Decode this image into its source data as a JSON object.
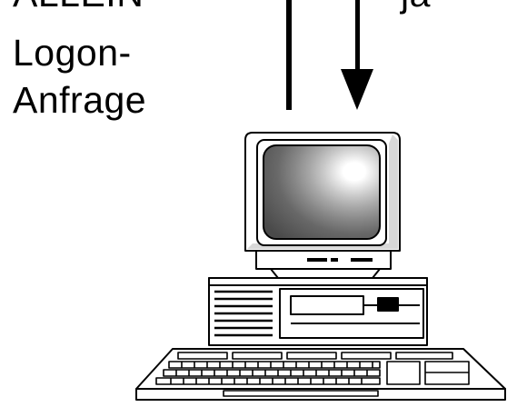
{
  "labels": {
    "top_left_cut": "ALLEIN",
    "logon": "Logon-",
    "anfrage": "Anfrage",
    "top_right_cut": "ja"
  },
  "colors": {
    "ink": "#000000",
    "paper": "#ffffff"
  },
  "icons": {
    "computer": "desktop-computer-icon",
    "arrow": "down-arrow-icon"
  }
}
